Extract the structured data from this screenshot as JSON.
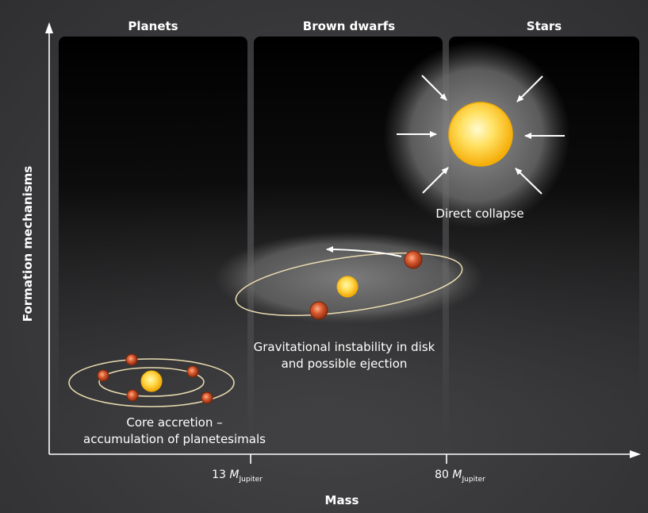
{
  "columns": {
    "planets": "Planets",
    "brown_dwarfs": "Brown dwarfs",
    "stars": "Stars"
  },
  "captions": {
    "direct_collapse": "Direct collapse",
    "gravitational_line1": "Gravitational instability in disk",
    "gravitational_line2": "and possible ejection",
    "core_line1": "Core accretion –",
    "core_line2": "accumulation of planetesimals"
  },
  "axes": {
    "y_title": "Formation mechanisms",
    "x_title": "Mass",
    "tick1_value": "13",
    "tick1_symbol": "M",
    "tick1_subscript": "Jupiter",
    "tick2_value": "80",
    "tick2_symbol": "M",
    "tick2_subscript": "Jupiter"
  },
  "colors": {
    "star_core": "#fff6a0",
    "star_edge": "#f5a800",
    "planet_core": "#f08050",
    "planet_edge": "#8a2a10",
    "orbit": "#eadbb0"
  }
}
